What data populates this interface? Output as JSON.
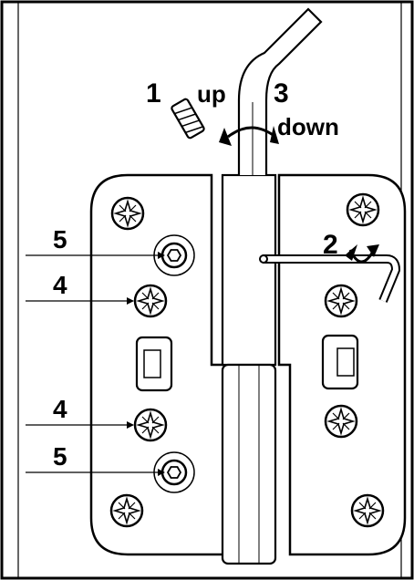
{
  "steps": {
    "step1": "1",
    "up": "up",
    "step2": "2",
    "step3": "3",
    "down": "down"
  },
  "callouts": {
    "upper_left_set_screw": "5",
    "upper_left_screw": "4",
    "lower_left_screw": "4",
    "lower_left_set_screw": "5"
  },
  "icons": {
    "leaf_screw": "phillips-screw-icon",
    "set_screw": "hex-socket-screw-icon",
    "hex_key": "allen-key-icon",
    "rotation": "rotate-arrow-icon"
  },
  "colors": {
    "line": "#000000",
    "background": "#ffffff"
  }
}
